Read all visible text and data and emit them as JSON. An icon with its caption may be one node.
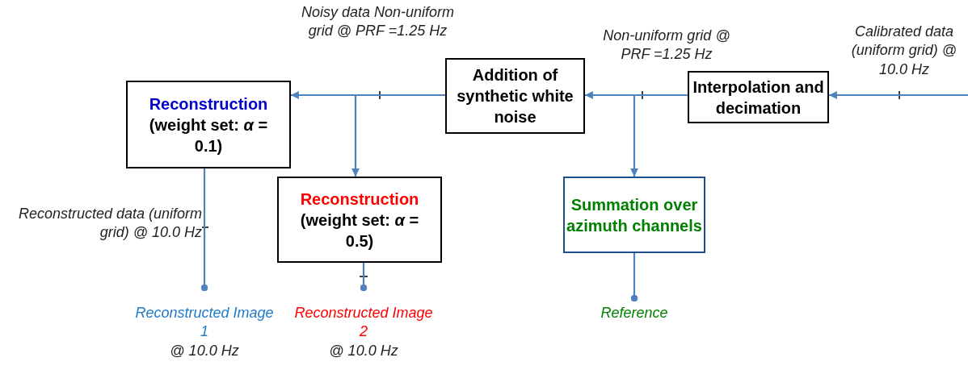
{
  "diagram": {
    "nodes": [
      {
        "text": [
          "Reconstruction",
          "(weight set: *α* = 0.1)"
        ]
      },
      {
        "text": [
          "Reconstruction",
          "(weight set: *α* = 0.5)"
        ]
      },
      {
        "text": [
          "Addition of synthetic white noise"
        ]
      },
      {
        "text": [
          "Interpolation and decimation"
        ]
      },
      {
        "text": [
          "Summation over azimuth channels"
        ]
      },
      {
        "text": [
          "Reconstructed Image 1",
          "@ 10.0 Hz"
        ]
      },
      {
        "text": [
          "Reconstructed Image 2",
          "@ 10.0 Hz"
        ]
      },
      {
        "text": [
          "Reference"
        ]
      }
    ],
    "edges": [
      {
        "from": null,
        "to": 3,
        "arrow": "to",
        "label": "Calibrated data (uniform grid) @ 10.0 Hz"
      },
      {
        "from": 3,
        "to": 2,
        "arrow": "to",
        "label": "Non-uniform grid @ PRF =1.25 Hz"
      },
      {
        "from": 3,
        "to": 4,
        "arrow": "to"
      },
      {
        "from": 2,
        "to": 0,
        "arrow": "to",
        "label": "Noisy data Non-uniform grid @ PRF =1.25 Hz"
      },
      {
        "from": 2,
        "to": 1,
        "arrow": "to"
      },
      {
        "from": 0,
        "to": 5,
        "arrow": "other",
        "label": "Reconstructed data (uniform grid) @ 10.0 Hz"
      },
      {
        "from": 1,
        "to": 6,
        "arrow": "other"
      },
      {
        "from": 4,
        "to": 7,
        "arrow": "other"
      }
    ]
  }
}
